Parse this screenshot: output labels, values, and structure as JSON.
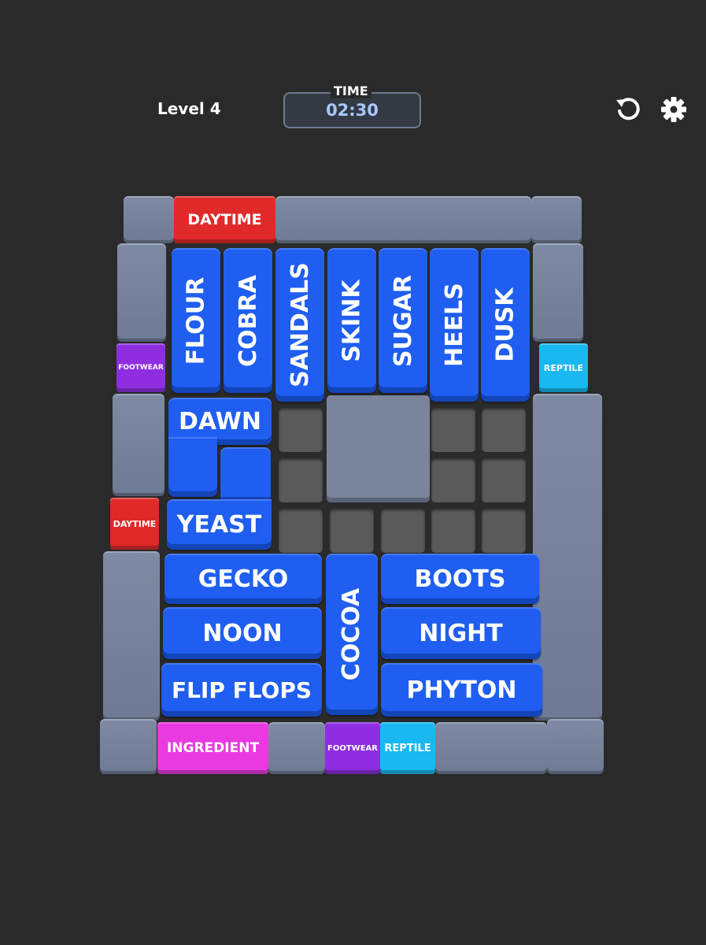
{
  "hud": {
    "level": "Level 4",
    "time_label": "TIME",
    "time_value": "02:30",
    "restart_icon": "restart-icon",
    "settings_icon": "gear-icon"
  },
  "colors": {
    "background": "#2a2a2a",
    "block": "#1f5ef0",
    "frame": "#7a859c",
    "daytime": "#e02a2a",
    "footwear": "#8e2ee0",
    "reptile": "#19b8f0",
    "ingredient": "#e83ae0"
  },
  "gates": {
    "daytime_top": "DAYTIME",
    "footwear_left": "FOOTWEAR",
    "reptile_right": "REPTILE",
    "daytime_left": "DAYTIME",
    "ingredient_bottom": "INGREDIENT",
    "footwear_bottom": "FOOTWEAR",
    "reptile_bottom": "REPTILE"
  },
  "blocks": {
    "flour": "FLOUR",
    "cobra": "COBRA",
    "sandals": "SANDALS",
    "skink": "SKINK",
    "sugar": "SUGAR",
    "heels": "HEELS",
    "dusk": "DUSK",
    "dawn": "DAWN",
    "yeast": "YEAST",
    "gecko": "GECKO",
    "noon": "NOON",
    "flip_flops": "FLIP FLOPS",
    "cocoa": "COCOA",
    "boots": "BOOTS",
    "night": "NIGHT",
    "phyton": "PHYTON"
  }
}
